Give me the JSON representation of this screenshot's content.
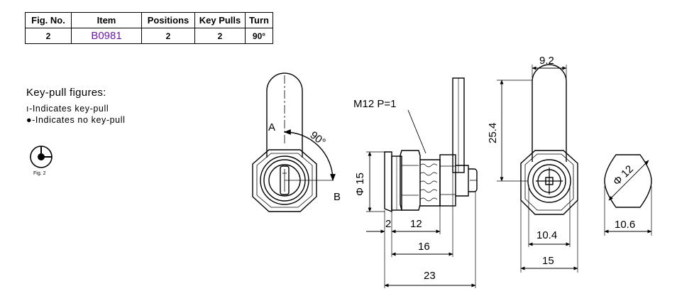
{
  "table": {
    "headers": [
      "Fig. No.",
      "Item",
      "Positions",
      "Key Pulls",
      "Turn"
    ],
    "row": [
      "2",
      "B0981",
      "2",
      "2",
      "90°"
    ]
  },
  "legend": {
    "title": "Key-pull figures:",
    "line1": "ı-Indicates key-pull",
    "line2": "●-Indicates no key-pull"
  },
  "figure_caption": "Fig. 2",
  "drawing": {
    "label_a": "A",
    "label_b": "B",
    "angle": "90°",
    "thread": "M12 P=1",
    "dia_body": "Φ 15",
    "dim_2": "2",
    "dim_12": "12",
    "dim_16": "16",
    "dim_23": "23",
    "dim_9_2": "9.2",
    "dim_25_4": "25.4",
    "dim_10_4": "10.4",
    "dim_15": "15",
    "dia_plug": "Φ 12",
    "dim_10_6": "10.6"
  }
}
